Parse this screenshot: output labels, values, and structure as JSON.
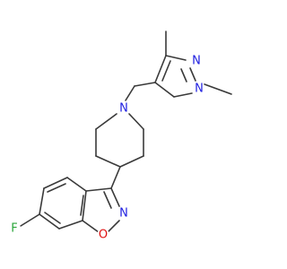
{
  "colors": {
    "bond": "#3a3a3a",
    "nitrogen": "#1f1fe0",
    "oxygen": "#e01010",
    "fluorine": "#2aa63a"
  },
  "labels": {
    "n_pyrazole_1": "N",
    "n_pyrazole_2": "N",
    "n_piperidine": "N",
    "n_isoxazole": "N",
    "o_isoxazole": "O",
    "f_substituent": "F"
  }
}
